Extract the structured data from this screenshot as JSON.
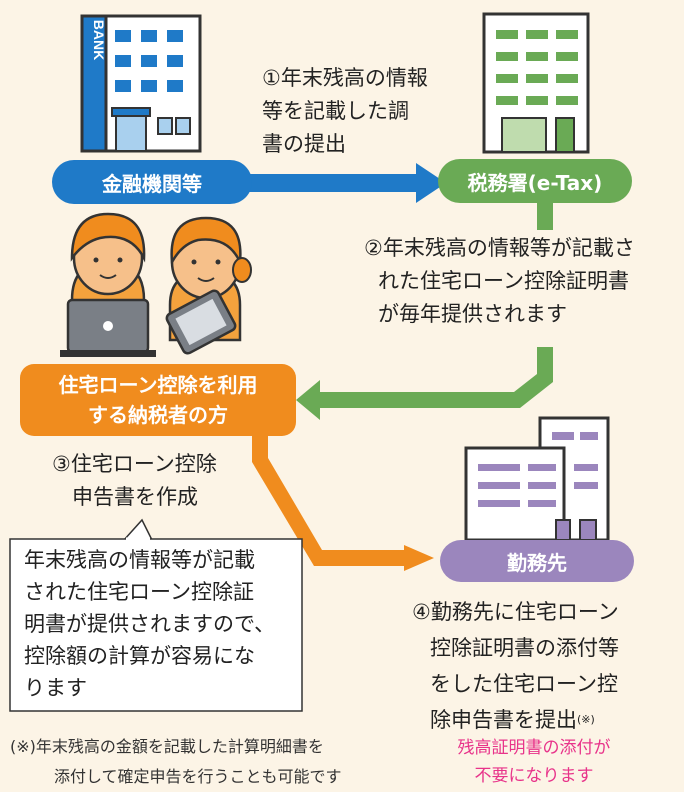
{
  "nodes": {
    "bank": "金融機関等",
    "bank_sign": "BANK",
    "tax_office": "税務署(e-Tax)",
    "taxpayer_line1": "住宅ローン控除を利用",
    "taxpayer_line2": "する納税者の方",
    "employer": "勤務先"
  },
  "steps": {
    "s1": [
      "①年末残高の情報",
      "等を記載した調",
      "書の提出"
    ],
    "s2": [
      "②年末残高の情報等が記載さ",
      "れた住宅ローン控除証明書",
      "が毎年提供されます"
    ],
    "s3": [
      "③住宅ローン控除",
      "申告書を作成"
    ],
    "s4": [
      "④勤務先に住宅ローン",
      "控除証明書の添付等",
      "をした住宅ローン控",
      "除申告書を提出"
    ],
    "s4_mark": "(※)"
  },
  "callout": [
    "年末残高の情報等が記載",
    "された住宅ローン控除証",
    "明書が提供されますので、",
    "控除額の計算が容易にな",
    "ります"
  ],
  "footnote": [
    "(※)年末残高の金額を記載した計算明細書を",
    "添付して確定申告を行うことも可能です"
  ],
  "highlight": [
    "残高証明書の添付が",
    "不要になります"
  ],
  "colors": {
    "bank_blue": "#1f7ac8",
    "tax_green": "#6aaa55",
    "taxpayer_orange": "#f08c1e",
    "employer_purple": "#9b86bd",
    "highlight_pink": "#e8338a"
  }
}
